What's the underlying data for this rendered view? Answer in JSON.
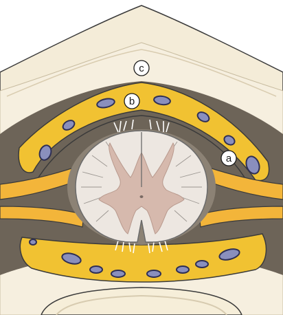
{
  "labels": {
    "a": "a",
    "b": "b",
    "c": "c"
  },
  "colors": {
    "background": "#ffffff",
    "outer_tissue": "#f4ecd8",
    "outer_line": "#3a3a3a",
    "fat": "#f1c232",
    "fat_dark": "#d9a21a",
    "vessel_fill": "#8a8fbd",
    "vessel_edge": "#2e2f55",
    "dura_dark": "#6d6458",
    "nerve_root": "#f3b53a",
    "white_matter": "#ede7e1",
    "grey_matter": "#d6b9ad",
    "cord_outline": "#6b6b6b",
    "bone": "#f6eed9"
  }
}
